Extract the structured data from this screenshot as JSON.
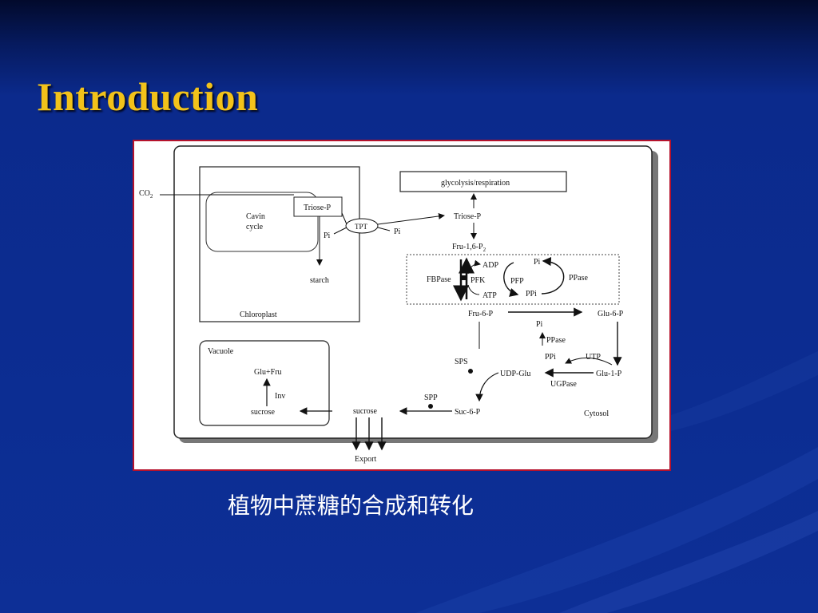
{
  "slide": {
    "title": "Introduction",
    "caption": "植物中蔗糖的合成和转化"
  },
  "diagram": {
    "co2": "CO",
    "co2_sub": "2",
    "chloroplast": {
      "cavin_line1": "Cavin",
      "cavin_line2": "cycle",
      "triose_p": "Triose-P",
      "pi": "Pi",
      "starch": "starch",
      "label": "Chloroplast"
    },
    "tpt": "TPT",
    "tpt_pi": "Pi",
    "glycolysis": "glycolysis/respiration",
    "cytosol_triose_p": "Triose-P",
    "fru16p": "Fru-1,6-P",
    "fru16p_sub": "2",
    "fbpase": "FBPase",
    "adp": "ADP",
    "pfk": "PFK",
    "atp": "ATP",
    "pi_top": "Pi",
    "pfp": "PFP",
    "ppi": "PPi",
    "ppase1": "PPase",
    "fru6p": "Fru-6-P",
    "glu6p": "Glu-6-P",
    "pi2": "Pi",
    "ppase2": "PPase",
    "ppi2": "PPi",
    "utp": "UTP",
    "sps": "SPS",
    "udp_glu": "UDP-Glu",
    "glu1p": "Glu-1-P",
    "ugpase": "UGPase",
    "spp": "SPP",
    "suc6p": "Suc-6-P",
    "sucrose_cyt": "sucrose",
    "cytosol": "Cytosol",
    "export": "Export",
    "vacuole": {
      "label": "Vacuole",
      "glu_fru": "Glu+Fru",
      "inv": "Inv",
      "sucrose": "sucrose"
    }
  }
}
